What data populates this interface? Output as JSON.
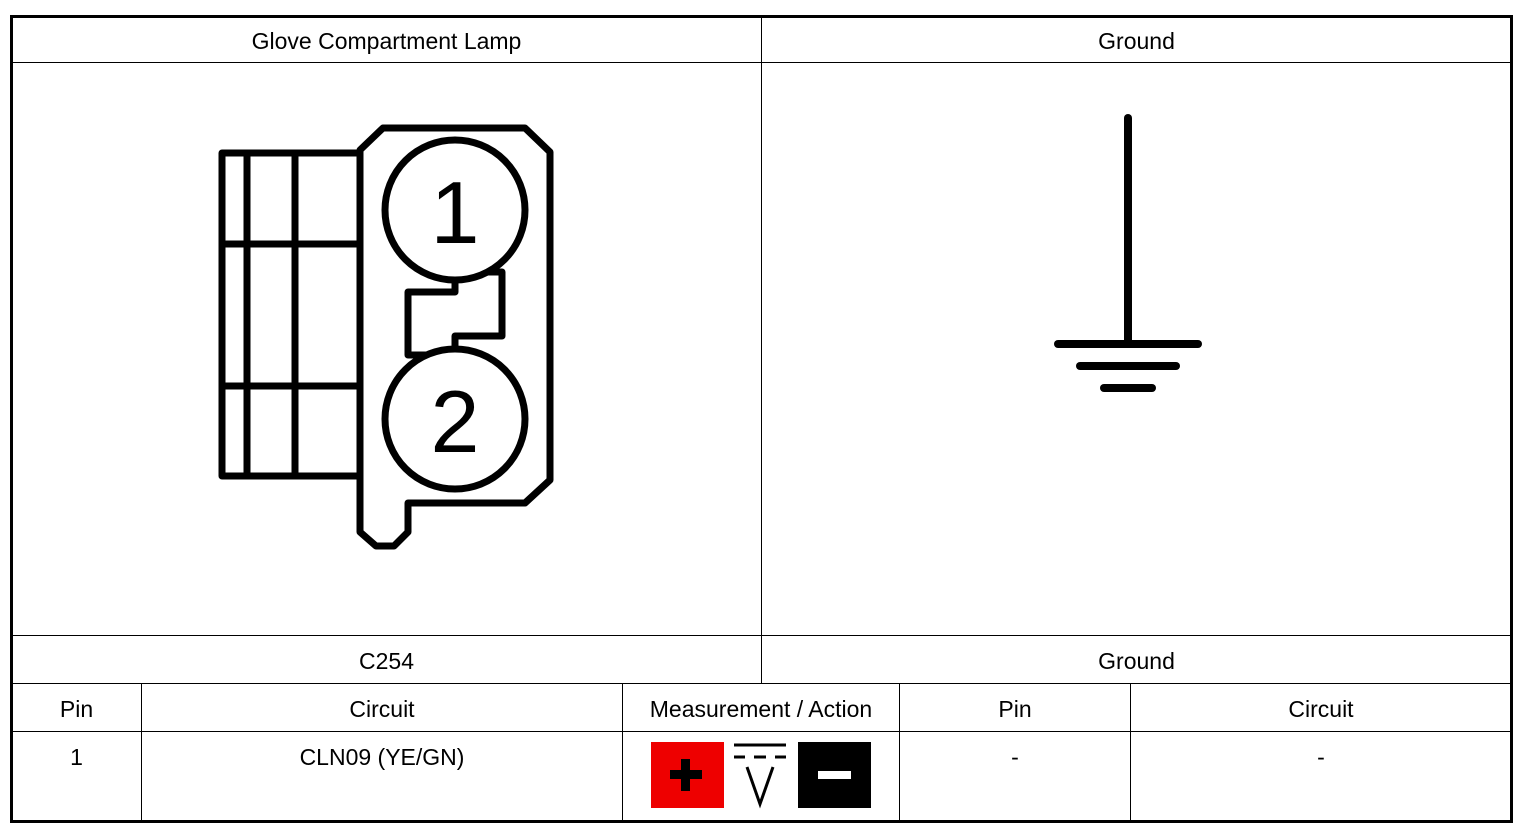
{
  "connector": {
    "name": "Glove Compartment Lamp",
    "id": "C254",
    "pins": [
      "1",
      "2"
    ]
  },
  "ground": {
    "name": "Ground",
    "id": "Ground"
  },
  "table": {
    "headers": {
      "pin_left": "Pin",
      "circuit_left": "Circuit",
      "measurement": "Measurement / Action",
      "pin_right": "Pin",
      "circuit_right": "Circuit"
    },
    "rows": [
      {
        "pin_left": "1",
        "circuit_left": "CLN09 (YE/GN)",
        "measurement_icons": [
          "plus-probe-icon",
          "dc-voltage-icon",
          "minus-probe-icon"
        ],
        "pin_right": "-",
        "circuit_right": "-"
      }
    ]
  },
  "colors": {
    "positive_probe": "#ee0000",
    "negative_probe": "#000000"
  }
}
